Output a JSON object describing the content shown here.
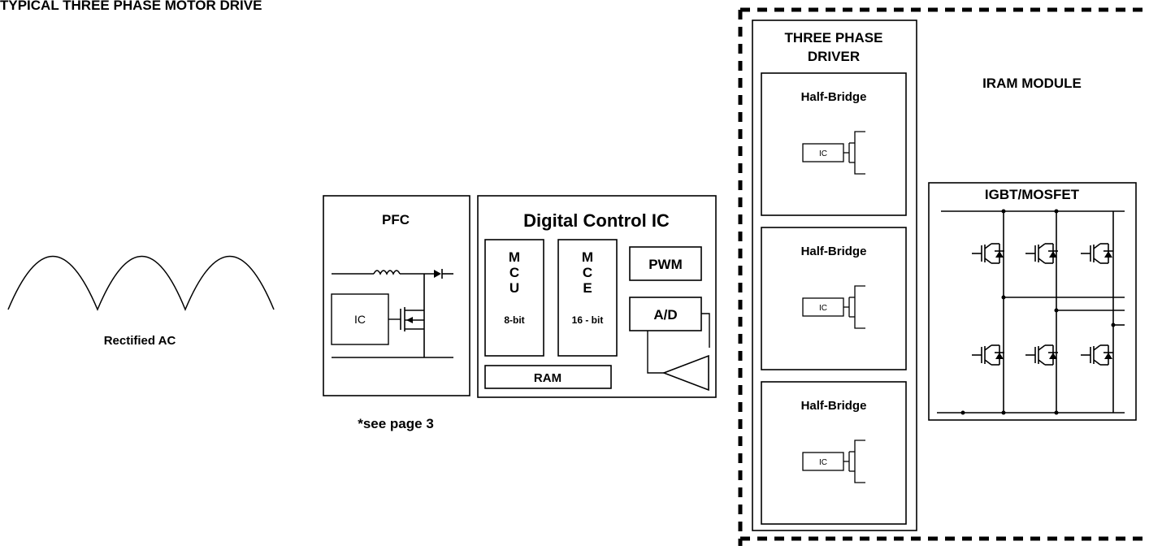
{
  "diagram": {
    "title": "TYPICAL THREE PHASE MOTOR DRIVE",
    "rectified_ac": {
      "label": "Rectified AC"
    },
    "pfc": {
      "label": "PFC",
      "ic_label": "IC",
      "note": "*see page 3"
    },
    "digital_control": {
      "label": "Digital Control IC",
      "mcu_letters": "M C U",
      "mcu_bits": "8-bit",
      "mce_letters": "M C E",
      "mce_bits": "16 - bit",
      "pwm_label": "PWM",
      "adc_label": "A/D",
      "ram_label": "RAM"
    },
    "iram_module": {
      "label": "IRAM MODULE",
      "driver": {
        "label_line1": "THREE PHASE",
        "label_line2": "DRIVER",
        "half_bridges": [
          {
            "label": "Half-Bridge",
            "ic_label": "IC"
          },
          {
            "label": "Half-Bridge",
            "ic_label": "IC"
          },
          {
            "label": "Half-Bridge",
            "ic_label": "IC"
          }
        ]
      },
      "switches": {
        "label": "IGBT/MOSFET"
      }
    }
  }
}
